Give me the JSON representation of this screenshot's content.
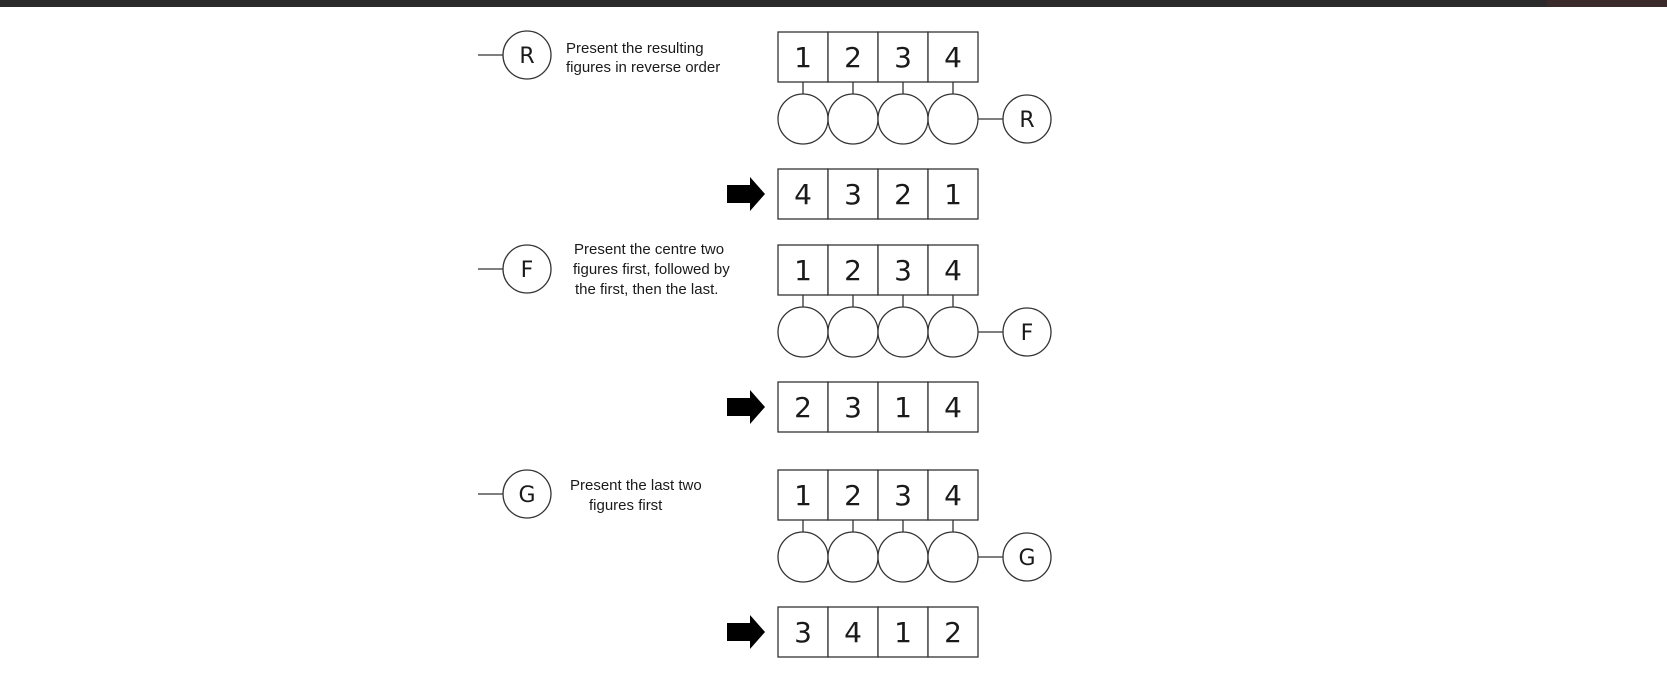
{
  "operations": [
    {
      "letter": "R",
      "description_lines": [
        "Present the resulting",
        "figures in reverse order"
      ],
      "input": [
        "1",
        "2",
        "3",
        "4"
      ],
      "output": [
        "4",
        "3",
        "2",
        "1"
      ]
    },
    {
      "letter": "F",
      "description_lines": [
        "Present the centre two",
        "figures first, followed by",
        "the first, then the last."
      ],
      "input": [
        "1",
        "2",
        "3",
        "4"
      ],
      "output": [
        "2",
        "3",
        "1",
        "4"
      ]
    },
    {
      "letter": "G",
      "description_lines": [
        "Present the last two",
        "figures first"
      ],
      "input": [
        "1",
        "2",
        "3",
        "4"
      ],
      "output": [
        "3",
        "4",
        "1",
        "2"
      ]
    }
  ],
  "icons": {
    "result_marker": "right-arrow-icon"
  },
  "colors": {
    "stroke": "#333333",
    "text": "#1a1a1a",
    "arrow": "#000000"
  }
}
